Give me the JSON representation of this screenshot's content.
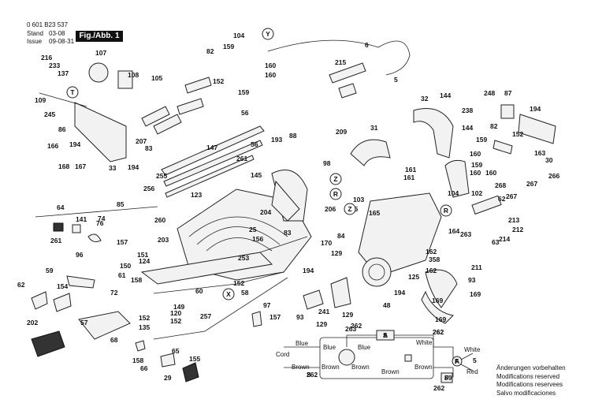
{
  "header": {
    "part_number": "0 601 B23 537",
    "stand_label": "Stand",
    "stand_value": "03-08",
    "issue_label": "Issue",
    "issue_value": "09-08-31",
    "figure_tag": "Fig./Abb. 1"
  },
  "notes": [
    "Änderungen vorbehalten",
    "Modifications reserved",
    "Modifications reservees",
    "Salvo modificaciones"
  ],
  "part_labels": [
    "104",
    "Y",
    "82",
    "159",
    "160",
    "160",
    "215",
    "6",
    "5",
    "107",
    "108",
    "105",
    "233",
    "216",
    "137",
    "T",
    "109",
    "152",
    "159",
    "245",
    "86",
    "194",
    "166",
    "168",
    "167",
    "33",
    "207",
    "83",
    "194",
    "255",
    "256",
    "147",
    "56",
    "56",
    "261",
    "145",
    "193",
    "88",
    "98",
    "209",
    "31",
    "32",
    "144",
    "238",
    "248",
    "87",
    "194",
    "144",
    "82",
    "152",
    "159",
    "160",
    "163",
    "30",
    "159",
    "160",
    "104",
    "62",
    "160",
    "102",
    "268",
    "267",
    "266",
    "267",
    "213",
    "214",
    "212",
    "63",
    "64",
    "141",
    "261",
    "76",
    "74",
    "85",
    "260",
    "123",
    "156",
    "204",
    "25",
    "83",
    "253",
    "203",
    "96",
    "157",
    "150",
    "151",
    "124",
    "59",
    "158",
    "61",
    "62",
    "154",
    "72",
    "57",
    "202",
    "152",
    "135",
    "152",
    "120",
    "149",
    "257",
    "60",
    "152",
    "X",
    "58",
    "97",
    "157",
    "68",
    "158",
    "65",
    "155",
    "66",
    "29",
    "194",
    "194",
    "48",
    "241",
    "129",
    "93",
    "169",
    "93",
    "169",
    "169",
    "211",
    "162",
    "161",
    "161",
    "162",
    "358",
    "84",
    "129",
    "170",
    "125",
    "103",
    "205",
    "206",
    "Z",
    "Z",
    "R",
    "R",
    "165",
    "164",
    "263",
    "262",
    "262",
    "S",
    "A",
    "F",
    "89",
    "129"
  ],
  "wiring": {
    "cord_label": "Cord",
    "blue_left": "Blue",
    "brown_left": "Brown",
    "motor_blue_l": "Blue",
    "motor_blue_r": "Blue",
    "motor_brown_l": "Brown",
    "motor_brown_r": "Brown",
    "brown_bottom": "Brown",
    "white_upper": "White",
    "white_right": "White",
    "brown_right": "Brown",
    "red_label": "Red",
    "label_262_top": "262",
    "label_263": "263",
    "label_262_left": "262",
    "label_262_bottom": "262",
    "label_5": "5",
    "switch_s": "S",
    "switch_a": "A",
    "switch_f": "F"
  }
}
